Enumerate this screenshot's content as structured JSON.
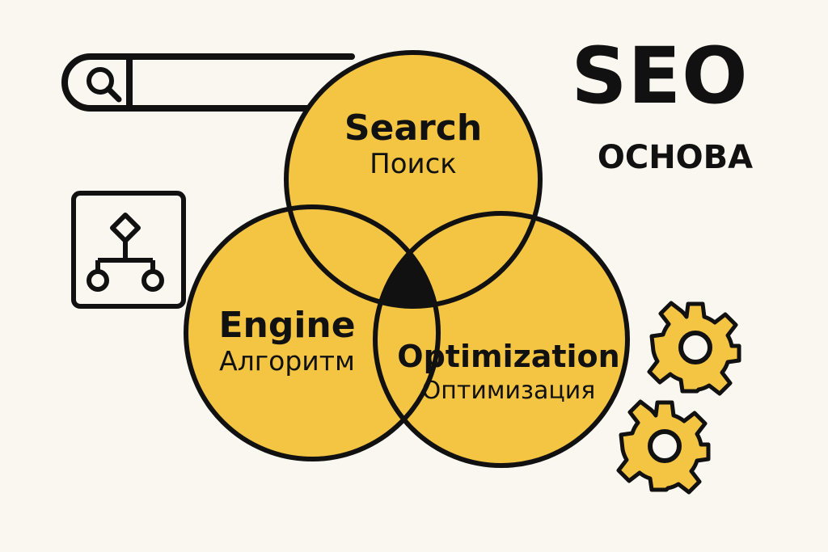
{
  "title": "SEO",
  "subtitle": "ОСНОВА",
  "colors": {
    "fill": "#F4C542",
    "stroke": "#111111",
    "background": "#FAF7F0",
    "center": "#111111"
  },
  "circles": [
    {
      "en": "Search",
      "ru": "Поиск"
    },
    {
      "en": "Engine",
      "ru": "Алгоритм"
    },
    {
      "en": "Optimization",
      "ru": "Оптимизация"
    }
  ],
  "icons": {
    "search_bar": "search-bar-icon",
    "magnifier": "magnifier-icon",
    "sitemap": "sitemap-icon",
    "gears": "gears-icon"
  }
}
